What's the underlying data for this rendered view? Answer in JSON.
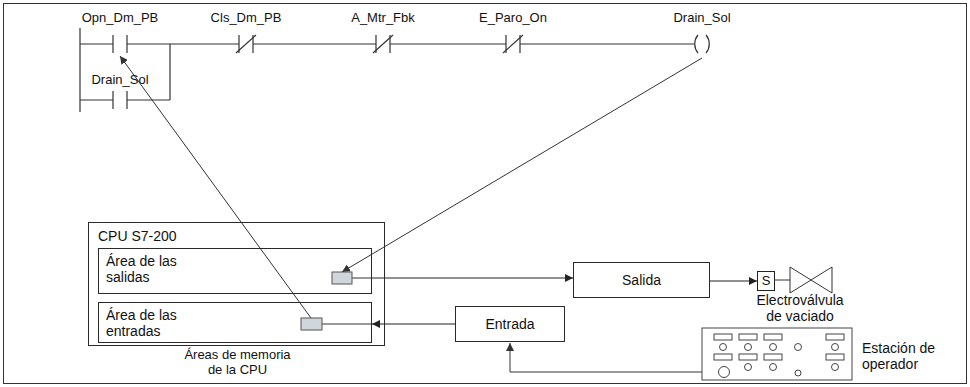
{
  "diagram": {
    "nodes": [
      {
        "text": [
          "CPU S7-200",
          "Áreas de memoria de la CPU"
        ]
      },
      {
        "text": [
          "Área de las salidas"
        ],
        "in": 0
      },
      {
        "text": [
          "Área de las entradas"
        ],
        "in": 0
      },
      {
        "text": [
          "Salida"
        ]
      },
      {
        "text": [
          "S"
        ]
      },
      {
        "text": [
          "Entrada"
        ]
      }
    ],
    "edges": [
      {
        "from": 1,
        "to": 3,
        "arrow": "to"
      },
      {
        "from": 3,
        "to": 4,
        "arrow": "to"
      },
      {
        "from": 5,
        "to": 2,
        "arrow": "to"
      }
    ],
    "labels": [
      "Opn_Dm_PB",
      "Cls_Dm_PB",
      "A_Mtr_Fbk",
      "E_Paro_On",
      "Drain_Sol",
      "Drain_Sol",
      "Electroválvula de vaciado",
      "Estación de operador"
    ]
  }
}
